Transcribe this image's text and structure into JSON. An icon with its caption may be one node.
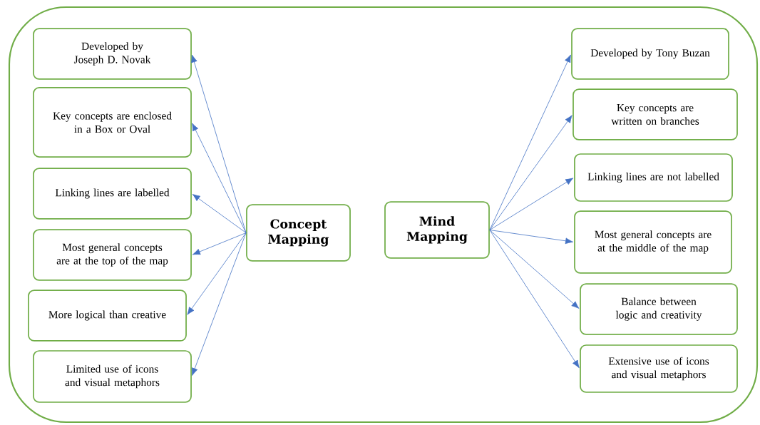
{
  "diagram": {
    "nodes": [
      {
        "text": [
          "Concept Mapping"
        ]
      },
      {
        "text": [
          "Mind Mapping"
        ]
      },
      {
        "text": [
          "Developed by Joseph D. Novak"
        ]
      },
      {
        "text": [
          "Key concepts are enclosed in a Box or Oval"
        ]
      },
      {
        "text": [
          "Linking lines are labelled"
        ]
      },
      {
        "text": [
          "Most general concepts are at the top of the map"
        ]
      },
      {
        "text": [
          "More logical than creative"
        ]
      },
      {
        "text": [
          "Limited use of icons and visual metaphors"
        ]
      },
      {
        "text": [
          "Developed by Tony Buzan"
        ]
      },
      {
        "text": [
          "Key concepts are written on branches"
        ]
      },
      {
        "text": [
          "Linking lines are not labelled"
        ]
      },
      {
        "text": [
          "Most general concepts are at the middle of the map"
        ]
      },
      {
        "text": [
          "Balance between logic and creativity"
        ]
      },
      {
        "text": [
          "Extensive use of icons and visual metaphors"
        ]
      }
    ],
    "edges": [
      {
        "from": 0,
        "to": 2,
        "arrow": "to"
      },
      {
        "from": 0,
        "to": 3,
        "arrow": "to"
      },
      {
        "from": 0,
        "to": 4,
        "arrow": "to"
      },
      {
        "from": 0,
        "to": 5,
        "arrow": "to"
      },
      {
        "from": 0,
        "to": 6,
        "arrow": "to"
      },
      {
        "from": 0,
        "to": 7,
        "arrow": "to"
      },
      {
        "from": 1,
        "to": 8,
        "arrow": "to"
      },
      {
        "from": 1,
        "to": 9,
        "arrow": "to"
      },
      {
        "from": 1,
        "to": 10,
        "arrow": "to"
      },
      {
        "from": 1,
        "to": 11,
        "arrow": "to"
      },
      {
        "from": 1,
        "to": 12,
        "arrow": "to"
      },
      {
        "from": 1,
        "to": 13,
        "arrow": "to"
      }
    ]
  }
}
